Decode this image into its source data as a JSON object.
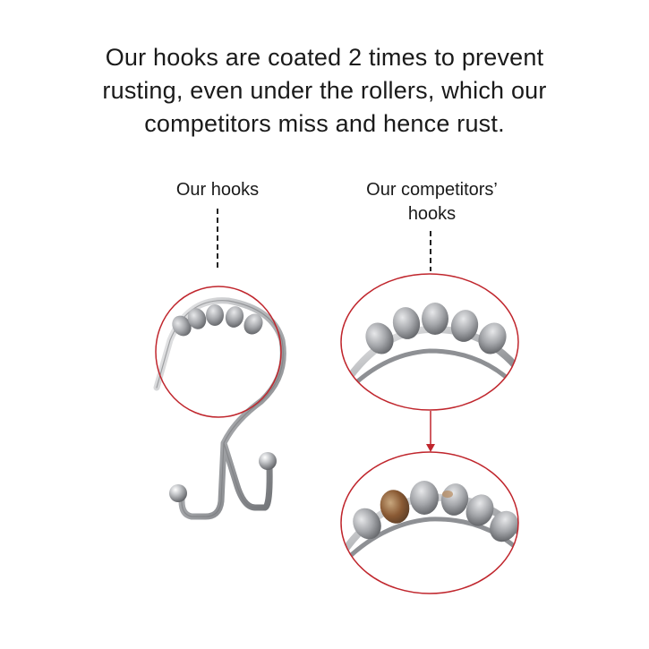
{
  "headline": {
    "lines": [
      "Our hooks are coated 2 times to prevent",
      "rusting, even under the rollers, which our",
      "competitors miss and hence rust."
    ]
  },
  "labels": {
    "ours": [
      "Our hooks"
    ],
    "theirs": [
      "Our competitors’",
      "hooks"
    ]
  },
  "colors": {
    "callout_outline": "#c0262d",
    "leader_line": "#222222",
    "metal_light": "#e8e8ea",
    "metal_mid": "#a9abae",
    "metal_dark": "#5e6064",
    "rust": "#8a5a34"
  }
}
